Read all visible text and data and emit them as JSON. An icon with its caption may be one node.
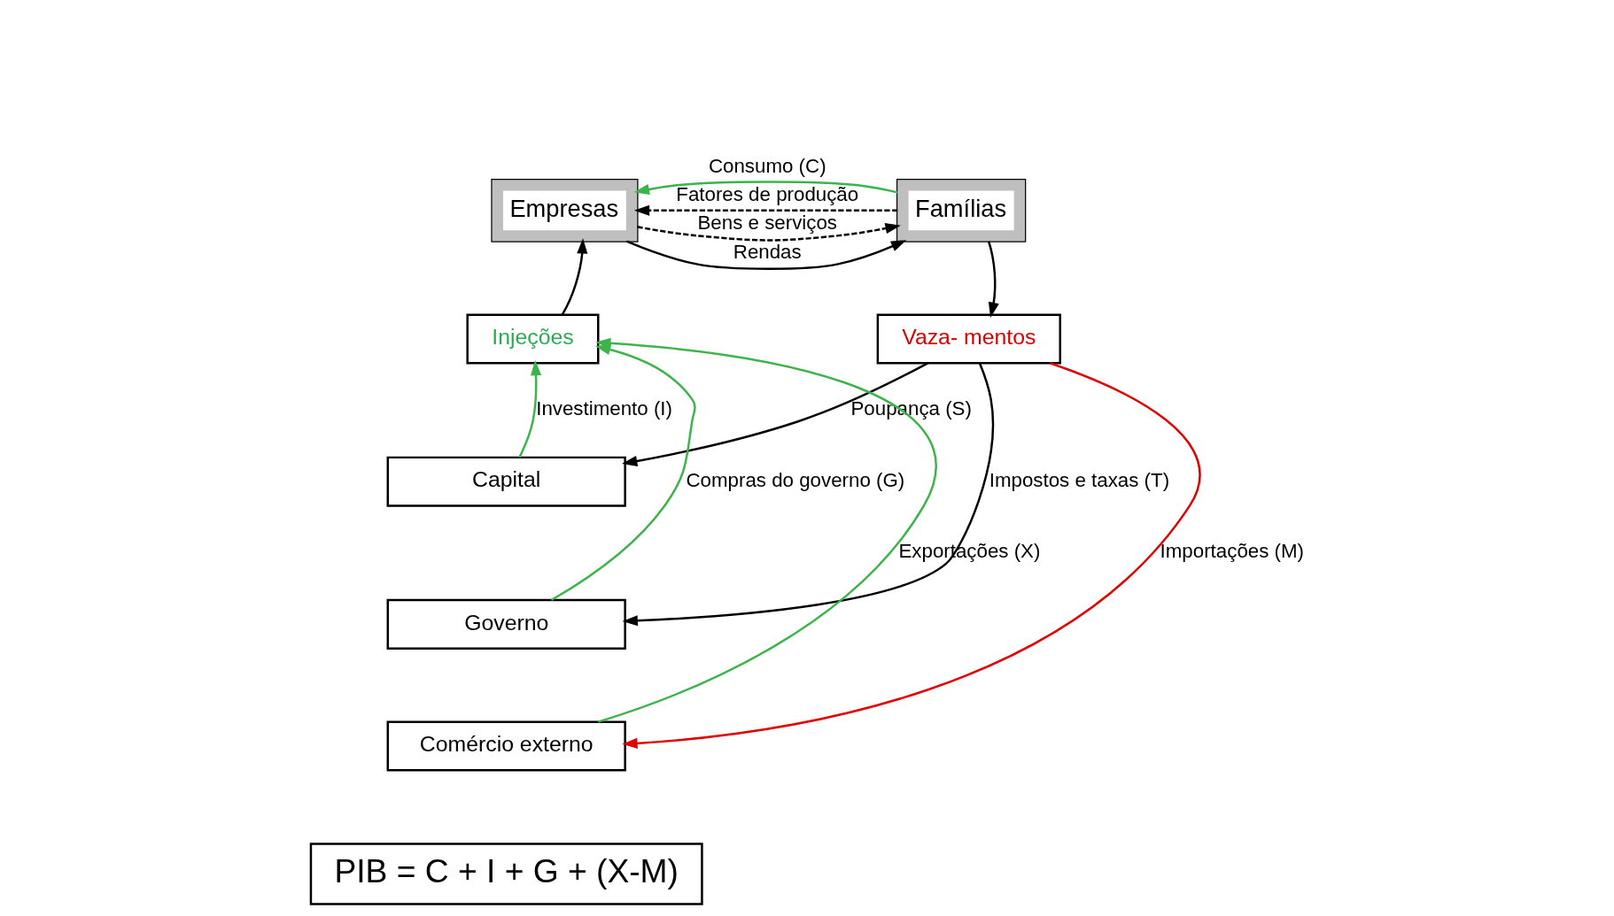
{
  "diagram": {
    "nodes": [
      {
        "text": [
          "Empresas"
        ]
      },
      {
        "text": [
          "Famílias"
        ]
      },
      {
        "text": [
          "Injeções"
        ]
      },
      {
        "text": [
          "Vaza- mentos"
        ]
      },
      {
        "text": [
          "Capital"
        ]
      },
      {
        "text": [
          "Governo"
        ]
      },
      {
        "text": [
          "Comércio externo"
        ]
      },
      {
        "text": [
          "PIB = C + I + G + (X-M)"
        ]
      }
    ],
    "edges": [
      {
        "from": 1,
        "to": 0,
        "arrow": "to",
        "label": "Fatores de produção",
        "style": "dashed"
      },
      {
        "from": 0,
        "to": 1,
        "arrow": "to",
        "label": "Rendas"
      },
      {
        "from": 1,
        "to": 0,
        "arrow": "to",
        "label": "Consumo (C)",
        "color": "#3cb44b"
      },
      {
        "from": 0,
        "to": 1,
        "arrow": "to",
        "label": "Bens e serviços",
        "style": "dashed"
      },
      {
        "from": 2,
        "to": 0,
        "arrow": "to"
      },
      {
        "from": 1,
        "to": 3,
        "arrow": "to"
      },
      {
        "from": 3,
        "to": 4,
        "arrow": "to",
        "label": "Poupança (S)"
      },
      {
        "from": 3,
        "to": 5,
        "arrow": "to",
        "label": "Impostos e taxas (T)"
      },
      {
        "from": 3,
        "to": 6,
        "arrow": "to",
        "label": "Importações (M)",
        "color": "#e00000"
      },
      {
        "from": 4,
        "to": 2,
        "arrow": "to",
        "label": "Investimento (I)",
        "color": "#3cb44b"
      },
      {
        "from": 5,
        "to": 2,
        "arrow": "to",
        "label": "Compras do governo (G)",
        "color": "#3cb44b"
      },
      {
        "from": 6,
        "to": 2,
        "arrow": "to",
        "label": "Exportações (X)",
        "color": "#3cb44b"
      }
    ]
  }
}
